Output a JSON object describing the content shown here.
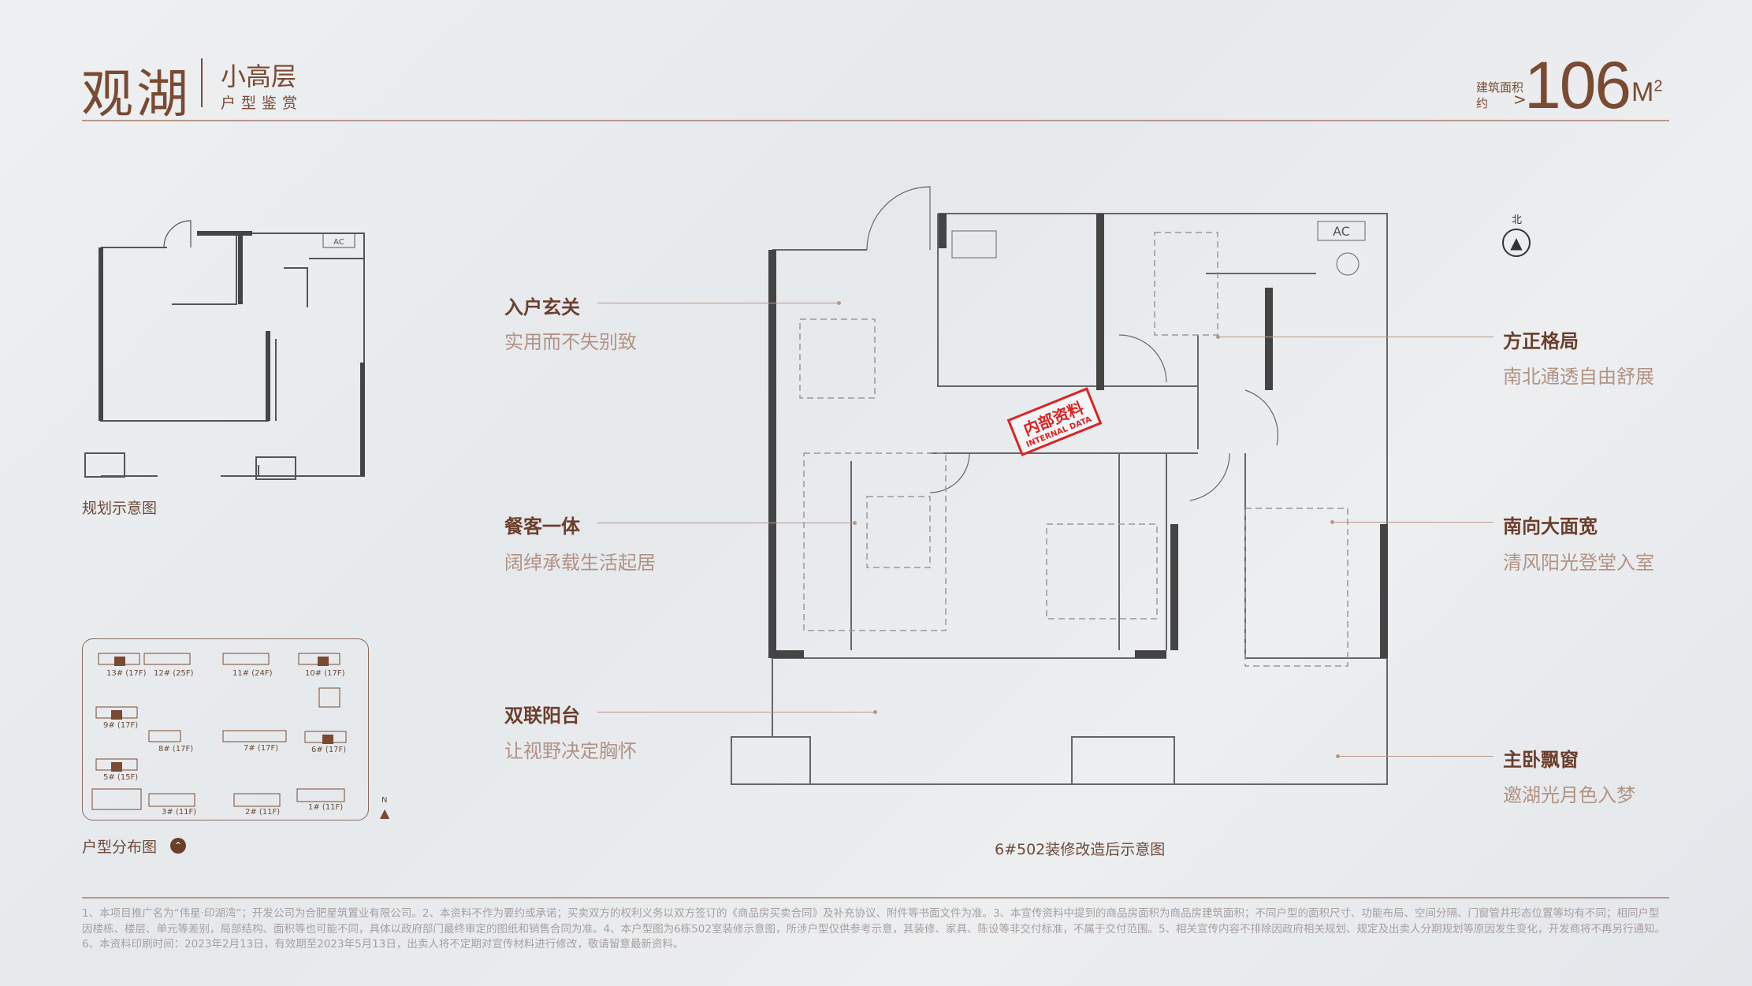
{
  "header": {
    "title": "观湖",
    "subtitle": "小高层",
    "subtitle_small": "户型鉴赏",
    "area_label_1": "建筑面积",
    "area_label_2": "约",
    "area_arrow": ">",
    "area_value": "106",
    "area_unit": "M",
    "area_unit_sup": "2"
  },
  "site_plan": {
    "caption": "规划示意图",
    "ac_label": "AC"
  },
  "distribution": {
    "caption": "户型分布图",
    "toggle_icon": "chevron-up-circle-icon",
    "north": "N",
    "buildings": [
      "13# (17F)",
      "12# (25F)",
      "11# (24F)",
      "10# (17F)",
      "9# (17F)",
      "8# (17F)",
      "7# (17F)",
      "6# (17F)",
      "5# (15F)",
      "3# (11F)",
      "2# (11F)",
      "1# (11F)"
    ]
  },
  "floorplan": {
    "caption": "6#502装修改造后示意图",
    "north": "北",
    "ac_label": "AC",
    "stamp_line1": "内部资料",
    "stamp_line2": "INTERNAL DATA"
  },
  "features_left": [
    {
      "title": "入户玄关",
      "desc": "实用而不失别致"
    },
    {
      "title": "餐客一体",
      "desc": "阔绰承载生活起居"
    },
    {
      "title": "双联阳台",
      "desc": "让视野决定胸怀"
    }
  ],
  "features_right": [
    {
      "title": "方正格局",
      "desc": "南北通透自由舒展"
    },
    {
      "title": "南向大面宽",
      "desc": "清风阳光登堂入室"
    },
    {
      "title": "主卧飘窗",
      "desc": "邀湖光月色入梦"
    }
  ],
  "footer": {
    "disclaimer": "1、本项目推广名为“伟星·印湖湾”；开发公司为合肥星筑置业有限公司。2、本资料不作为要约或承诺；买卖双方的权利义务以双方签订的《商品房买卖合同》及补充协议、附件等书面文件为准。3、本宣传资料中提到的商品房面积为商品房建筑面积；不同户型的面积尺寸、功能布局、空间分隔、门窗管井形态位置等均有不同；相同户型因楼栋、楼层、单元等差别，局部结构、面积等也可能不同，具体以政府部门最终审定的图纸和销售合同为准。4、本户型图为6栋502室装修示意图，所涉户型仅供参考示意，其装修、家具、陈设等非交付标准，不属于交付范围。5、相关宣传内容不排除因政府相关规划、规定及出卖人分期规划等原因发生变化，开发商将不再另行通知。6、本资料印刷时间：2023年2月13日，有效期至2023年5月13日，出卖人将不定期对宣传材料进行修改，敬请留意最新资料。"
  }
}
